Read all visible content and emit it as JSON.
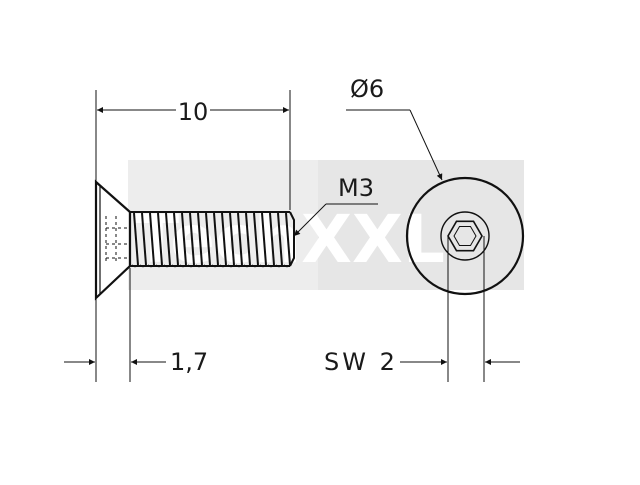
{
  "drawing": {
    "part": "countersunk hex socket screw",
    "dimensions": {
      "length": "10",
      "diameter": "Ø6",
      "thread": "M3",
      "head_height": "1,7",
      "socket": "SW 2"
    },
    "watermark": "TechXXL",
    "colors": {
      "line": "#111111",
      "watermark_bg": "#e5e5e5",
      "background": "#ffffff"
    }
  }
}
